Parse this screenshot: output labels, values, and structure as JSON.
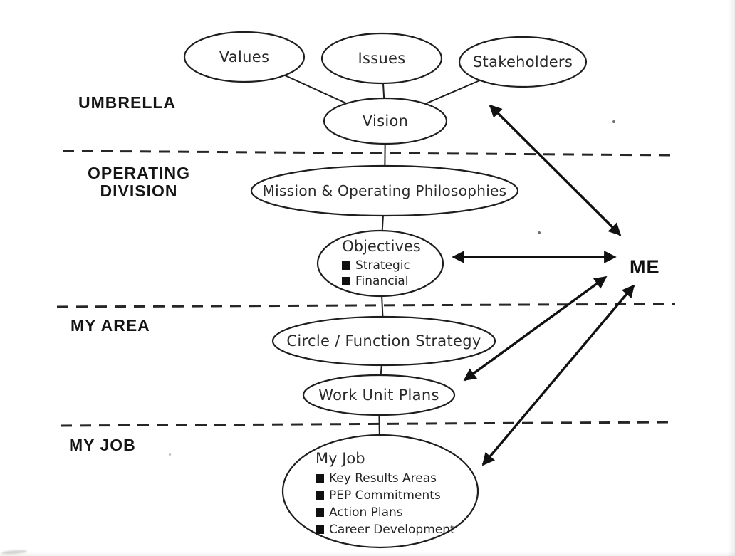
{
  "diagram": {
    "band_labels": {
      "umbrella": "UMBRELLA",
      "operating_division_line1": "OPERATING",
      "operating_division_line2": "DIVISION",
      "my_area": "MY AREA",
      "my_job": "MY JOB"
    },
    "me_label": "ME",
    "nodes": {
      "values": {
        "label": "Values"
      },
      "issues": {
        "label": "Issues"
      },
      "stakeholders": {
        "label": "Stakeholders"
      },
      "vision": {
        "label": "Vision"
      },
      "mission": {
        "label": "Mission & Operating Philosophies"
      },
      "objectives": {
        "title": "Objectives",
        "bullets": [
          "Strategic",
          "Financial"
        ]
      },
      "circle_strategy": {
        "label": "Circle / Function Strategy"
      },
      "work_unit_plans": {
        "label": "Work Unit Plans"
      },
      "my_job_node": {
        "title": "My Job",
        "bullets": [
          "Key Results Areas",
          "PEP Commitments",
          "Action Plans",
          "Career Development"
        ]
      }
    },
    "colors": {
      "ink": "#1e1e1e",
      "arrow": "#111111",
      "paper": "#ffffff"
    }
  }
}
